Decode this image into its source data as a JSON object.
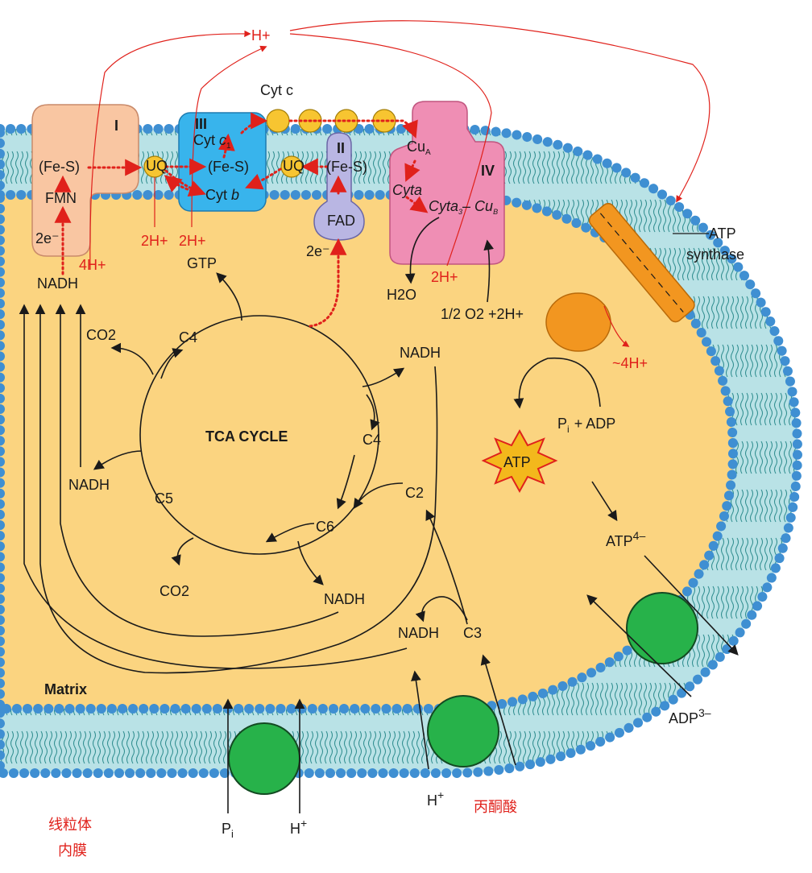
{
  "labels": {
    "h_plus_top": "H+",
    "complex_I": "I",
    "complex_II": "II",
    "complex_III": "III",
    "complex_IV": "IV",
    "fe_s_1": "(Fe-S)",
    "fmn": "FMN",
    "two_e_1": "2e⁻",
    "four_h_1": "4H+",
    "nadh_top": "NADH",
    "uq_1": "UQ",
    "uq_2": "UQ",
    "cyt_c1_a": "Cyt",
    "cyt_c1_b": "c",
    "cyt_c1_sub": "1",
    "fe_s_3": "(Fe-S)",
    "cyt_b_a": "Cyt",
    "cyt_b_b": "b",
    "two_h_a": "2H+",
    "two_h_b": "2H+",
    "gtp": "GTP",
    "cyt_c": "Cyt c",
    "fe_s_2": "(Fe-S)",
    "fad": "FAD",
    "two_e_2": "2e⁻",
    "cu_a": "Cu",
    "cu_a_sub": "A",
    "cyt_a": "Cyta",
    "cyt_a3": "Cyta",
    "cyt_a3_sub": "3",
    "cu_b": "– Cu",
    "cu_b_sub": "B",
    "two_h_c": "2H+",
    "h2o": "H2O",
    "o2": "1/2 O2 +2H+",
    "atp_synthase_1": "ATP",
    "atp_synthase_2": "synthase",
    "four_h_2": "~4H+",
    "co2_1": "CO2",
    "c4_top": "C4",
    "nadh_right": "NADH",
    "tca": "TCA CYCLE",
    "c4_right": "C4",
    "nadh_left": "NADH",
    "c5": "C5",
    "c2": "C2",
    "c6": "C6",
    "co2_2": "CO2",
    "nadh_bottom": "NADH",
    "nadh_pyr": "NADH",
    "c3": "C3",
    "pi_adp": "P",
    "pi_adp_sub": "i",
    "pi_adp_rest": "+ ADP",
    "atp": "ATP",
    "atp4": "ATP",
    "atp4_sup": "4–",
    "adp3": "ADP",
    "adp3_sup": "3–",
    "matrix": "Matrix",
    "pi_bottom": "P",
    "pi_bottom_sub": "i",
    "h_plus_bottom1": "H",
    "h_plus_bottom1_sup": "+",
    "h_plus_bottom2": "H",
    "h_plus_bottom2_sup": "+",
    "pyruvate": "丙酮酸",
    "membrane_1": "线粒体",
    "membrane_2": "内膜"
  },
  "colors": {
    "matrix": "#fbd480",
    "membrane_band": "#b9e2e6",
    "phospholipid_head": "#3f8fd2",
    "complex_I": "#f9c6a2",
    "complex_III": "#38b4ec",
    "complex_II": "#b9b6e3",
    "complex_IV": "#ef8eb4",
    "atp_synthase": "#f29620",
    "transporter": "#27b24a",
    "ubiquinone": "#f7c531",
    "red_text": "#e0211b"
  }
}
